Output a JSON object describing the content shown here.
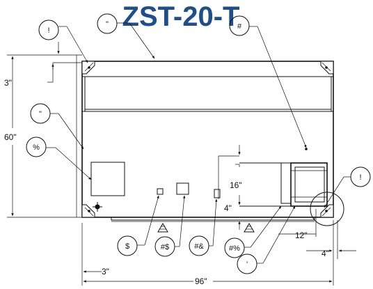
{
  "title": "ZST-20-T",
  "title_color": "#1f4e8c",
  "line_color": "#111111",
  "dimensions": {
    "top_offset": "3\"",
    "height": "60\"",
    "dim_16": "16\"",
    "dim_4_mid": "4\"",
    "dim_12": "12\"",
    "dim_4_right": "4\"",
    "dim_3_bottom": "3\"",
    "width": "96\""
  },
  "callouts": {
    "c1": "!",
    "c2": "\"",
    "c3": "#",
    "c4": "\"",
    "c5": "%",
    "c6": "!",
    "c7": "$",
    "c8": "#$",
    "c9": "#&",
    "c10": "#%",
    "c11": "'"
  },
  "icons": [
    "triangle-arrow-icon",
    "crosshair-icon"
  ]
}
